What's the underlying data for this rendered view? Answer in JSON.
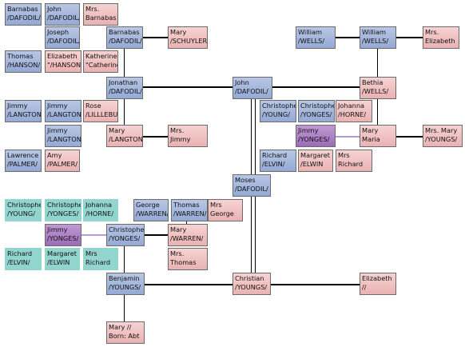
{
  "people": [
    {
      "id": "barnabas_dafodil_1",
      "line1": "Barnabas",
      "line2": "/DAFODIL/",
      "kind": "m"
    },
    {
      "id": "john_dafodil_1",
      "line1": "John",
      "line2": "/DAFODIL/",
      "kind": "m"
    },
    {
      "id": "mrs_barnabas",
      "line1": "Mrs.",
      "line2": "Barnabas",
      "kind": "f"
    },
    {
      "id": "joseph_dafodil",
      "line1": "Joseph",
      "line2": "/DAFODIL/",
      "kind": "m"
    },
    {
      "id": "barnabas_dafodil_2",
      "line1": "Barnabas",
      "line2": "/DAFODIL/",
      "kind": "m"
    },
    {
      "id": "mary_schuyler",
      "line1": "Mary",
      "line2": "/SCHUYLER",
      "kind": "f"
    },
    {
      "id": "thomas_hanson",
      "line1": "Thomas",
      "line2": "/HANSON/",
      "kind": "m"
    },
    {
      "id": "elizabeth_hanson",
      "line1": "Elizabeth",
      "line2": "\"/HANSON/",
      "kind": "f"
    },
    {
      "id": "katherine",
      "line1": "Katherine",
      "line2": "\"Catherine\"",
      "kind": "f"
    },
    {
      "id": "jonathan_dafodil",
      "line1": "Jonathan",
      "line2": "/DAFODIL/",
      "kind": "m"
    },
    {
      "id": "john_dafodil_2",
      "line1": "John",
      "line2": "/DAFODIL/",
      "kind": "m"
    },
    {
      "id": "william_wells_1",
      "line1": "William",
      "line2": "/WELLS/",
      "kind": "m"
    },
    {
      "id": "william_wells_2",
      "line1": "William",
      "line2": "/WELLS/",
      "kind": "m"
    },
    {
      "id": "mrs_elizabeth",
      "line1": "Mrs.",
      "line2": "Elizabeth",
      "kind": "f"
    },
    {
      "id": "bethia_wells",
      "line1": "Bethia",
      "line2": "/WELLS/",
      "kind": "f"
    },
    {
      "id": "jimmy_langton_1",
      "line1": "Jimmy",
      "line2": "/LANGTON",
      "kind": "m"
    },
    {
      "id": "jimmy_langton_2",
      "line1": "Jimmy",
      "line2": "/LANGTON",
      "kind": "m"
    },
    {
      "id": "rose_lilllebur",
      "line1": "Rose",
      "line2": "/LILLLEBUR",
      "kind": "f"
    },
    {
      "id": "jimmy_langton_3",
      "line1": "Jimmy",
      "line2": "/LANGTON",
      "kind": "m"
    },
    {
      "id": "mary_langton",
      "line1": "Mary",
      "line2": "/LANGTON",
      "kind": "f"
    },
    {
      "id": "mrs_jimmy",
      "line1": "Mrs.",
      "line2": "Jimmy",
      "kind": "f"
    },
    {
      "id": "lawrence_palmer",
      "line1": "Lawrence",
      "line2": "/PALMER/",
      "kind": "m"
    },
    {
      "id": "amy_palmer",
      "line1": "Amy",
      "line2": "/PALMER/",
      "kind": "f"
    },
    {
      "id": "christophe_young_1",
      "line1": "Christophe",
      "line2": "/YOUNG/",
      "kind": "m"
    },
    {
      "id": "christophe_yonges_1",
      "line1": "Christophe",
      "line2": "/YONGES/",
      "kind": "m"
    },
    {
      "id": "johanna_horne_1",
      "line1": "Johanna",
      "line2": "/HORNE/",
      "kind": "f"
    },
    {
      "id": "jimmy_yonges_1",
      "line1": "Jimmy",
      "line2": "/YONGES/",
      "kind": "p"
    },
    {
      "id": "mary_maria",
      "line1": "Mary",
      "line2": "Maria",
      "kind": "f"
    },
    {
      "id": "mrs_mary_youngs",
      "line1": "Mrs. Mary",
      "line2": "/YOUNGS/",
      "kind": "f"
    },
    {
      "id": "richard_elvin_1",
      "line1": "Richard",
      "line2": "/ELVIN/",
      "kind": "m"
    },
    {
      "id": "margaret_elwin_1",
      "line1": "Margaret",
      "line2": "/ELWIN",
      "kind": "f"
    },
    {
      "id": "mrs_richard_1",
      "line1": "Mrs",
      "line2": "Richard",
      "kind": "f"
    },
    {
      "id": "moses_dafodil",
      "line1": "Moses",
      "line2": "/DAFODIL/",
      "kind": "m"
    },
    {
      "id": "christophe_young_2",
      "line1": "Christophe",
      "line2": "/YOUNG/",
      "kind": "c"
    },
    {
      "id": "christophe_yonges_2",
      "line1": "Christophe",
      "line2": "/YONGES/",
      "kind": "c"
    },
    {
      "id": "johanna_horne_2",
      "line1": "Johanna",
      "line2": "/HORNE/",
      "kind": "c"
    },
    {
      "id": "george_warren",
      "line1": "George",
      "line2": "/WARREN/",
      "kind": "m"
    },
    {
      "id": "thomas_warren",
      "line1": "Thomas",
      "line2": "/WARREN/",
      "kind": "m"
    },
    {
      "id": "mrs_george",
      "line1": "Mrs",
      "line2": "George",
      "kind": "f"
    },
    {
      "id": "jimmy_yonges_2",
      "line1": "Jimmy",
      "line2": "/YONGES/",
      "kind": "p"
    },
    {
      "id": "christophe_yonges_3",
      "line1": "Christophe",
      "line2": "/YONGES/",
      "kind": "m"
    },
    {
      "id": "mary_warren",
      "line1": "Mary",
      "line2": "/WARREN/",
      "kind": "f"
    },
    {
      "id": "richard_elvin_2",
      "line1": "Richard",
      "line2": "/ELVIN/",
      "kind": "c"
    },
    {
      "id": "margaret_elwin_2",
      "line1": "Margaret",
      "line2": "/ELWIN",
      "kind": "c"
    },
    {
      "id": "mrs_richard_2",
      "line1": "Mrs",
      "line2": "Richard",
      "kind": "c"
    },
    {
      "id": "mrs_thomas",
      "line1": "Mrs.",
      "line2": "Thomas",
      "kind": "f"
    },
    {
      "id": "benjamin_youngs",
      "line1": "Benjamin",
      "line2": "/YOUNGS/",
      "kind": "m"
    },
    {
      "id": "christian_youngs",
      "line1": "Christian",
      "line2": "/YOUNGS/",
      "kind": "f"
    },
    {
      "id": "elizabeth_slashes",
      "line1": "Elizabeth",
      "line2": "//",
      "kind": "f"
    },
    {
      "id": "mary_born_abt",
      "line1": "Mary //",
      "line2": "Born: Abt",
      "kind": "f"
    }
  ],
  "colors": {
    "male": "#9fb2db",
    "female": "#f0c3c3",
    "cyan": "#92d4ce",
    "purple": "#a97fc4",
    "line": "#000000",
    "link": "#b59ad6"
  }
}
